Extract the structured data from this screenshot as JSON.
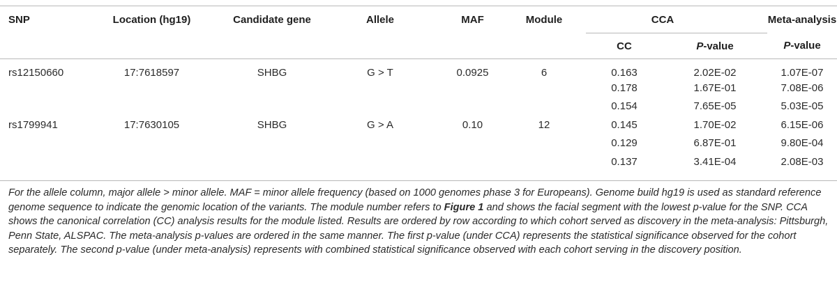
{
  "table": {
    "headers": {
      "snp": "SNP",
      "location": "Location (hg19)",
      "gene": "Candidate gene",
      "allele": "Allele",
      "maf": "MAF",
      "module": "Module",
      "cca": "CCA",
      "meta": "Meta-analysis",
      "cc": "CC",
      "pvalue_letter": "P",
      "pvalue_rest": "-value",
      "meta_pvalue_letter": "P",
      "meta_pvalue_rest": "-value"
    },
    "rows": [
      {
        "snp": "rs12150660",
        "location": "17:7618597",
        "gene": "SHBG",
        "allele": "G > T",
        "maf": "0.0925",
        "module": "6",
        "sub": [
          {
            "cc": "0.163",
            "p": "2.02E-02",
            "meta": "1.07E-07"
          },
          {
            "cc": "0.178",
            "p": "1.67E-01",
            "meta": "7.08E-06"
          },
          {
            "cc": "0.154",
            "p": "7.65E-05",
            "meta": "5.03E-05"
          }
        ]
      },
      {
        "snp": "rs1799941",
        "location": "17:7630105",
        "gene": "SHBG",
        "allele": "G > A",
        "maf": "0.10",
        "module": "12",
        "sub": [
          {
            "cc": "0.145",
            "p": "1.70E-02",
            "meta": "6.15E-06"
          },
          {
            "cc": "0.129",
            "p": "6.87E-01",
            "meta": "9.80E-04"
          },
          {
            "cc": "0.137",
            "p": "3.41E-04",
            "meta": "2.08E-03"
          }
        ]
      }
    ]
  },
  "footnote": {
    "part1": "For the allele column, major allele > minor allele. MAF = minor allele frequency (based on 1000 genomes phase 3 for Europeans). Genome build hg19 is used as standard reference genome sequence to indicate the genomic location of the variants. The module number refers to ",
    "figure_ref": "Figure 1",
    "part2": " and shows the facial segment with the lowest p-value for the SNP. CCA shows the canonical correlation (CC) analysis results for the module listed. Results are ordered by row according to which cohort served as discovery in the meta-analysis: Pittsburgh, Penn State, ALSPAC. The meta-analysis p-values are ordered in the same manner. The first p-value (under CCA) represents the statistical significance observed for the cohort separately. The second p-value (under meta-analysis) represents with combined statistical significance observed with each cohort serving in the discovery position."
  }
}
